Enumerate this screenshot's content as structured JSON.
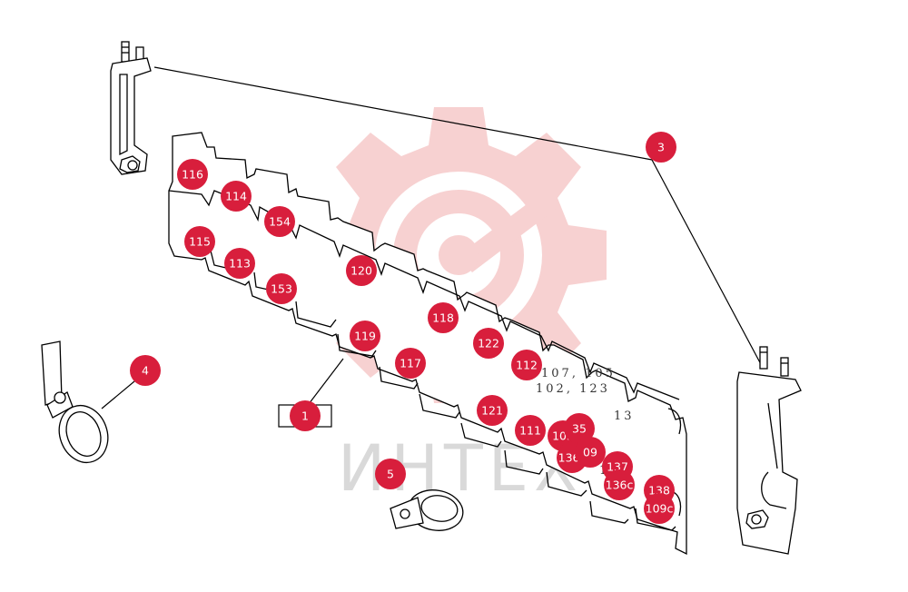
{
  "watermark": {
    "text": "ИНТЕХ",
    "color": "#f3c7c7"
  },
  "callout_color": "#d81e3c",
  "callouts": [
    {
      "id": "c1",
      "label": "1"
    },
    {
      "id": "c3",
      "label": "3"
    },
    {
      "id": "c4",
      "label": "4"
    },
    {
      "id": "c5",
      "label": "5"
    },
    {
      "id": "c116",
      "label": "116"
    },
    {
      "id": "c114",
      "label": "114"
    },
    {
      "id": "c154",
      "label": "154"
    },
    {
      "id": "c115",
      "label": "115"
    },
    {
      "id": "c113",
      "label": "113"
    },
    {
      "id": "c153",
      "label": "153"
    },
    {
      "id": "c120",
      "label": "120"
    },
    {
      "id": "c118",
      "label": "118"
    },
    {
      "id": "c122",
      "label": "122"
    },
    {
      "id": "c119",
      "label": "119"
    },
    {
      "id": "c117",
      "label": "117"
    },
    {
      "id": "c112",
      "label": "112"
    },
    {
      "id": "c121",
      "label": "121"
    },
    {
      "id": "c111",
      "label": "111"
    },
    {
      "id": "c103",
      "label": "103"
    },
    {
      "id": "c35",
      "label": "35"
    },
    {
      "id": "c136a",
      "label": "136c"
    },
    {
      "id": "c09",
      "label": "09"
    },
    {
      "id": "c137",
      "label": "137"
    },
    {
      "id": "c136b",
      "label": "136c"
    },
    {
      "id": "c138",
      "label": "138"
    },
    {
      "id": "c109",
      "label": "109c"
    }
  ],
  "faint_labels": [
    "107, 105",
    "102, 123",
    "13",
    "1"
  ]
}
